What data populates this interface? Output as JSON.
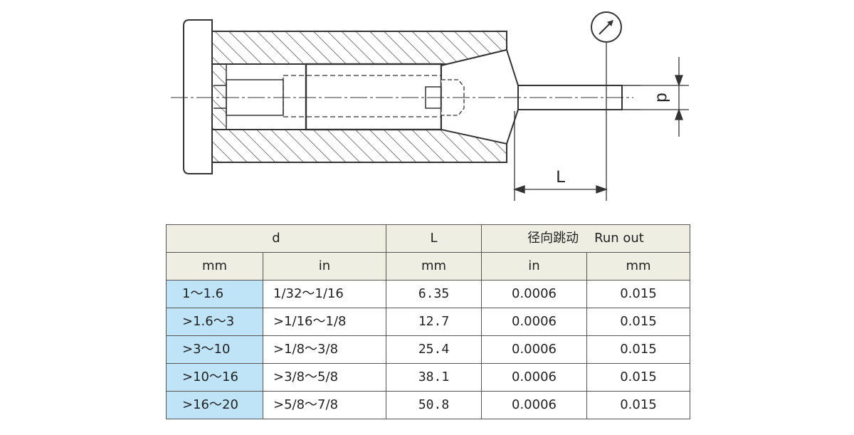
{
  "colors": {
    "line": "#333333",
    "header_bg": "#efeee3",
    "mm_col_bg": "#bfe3f7",
    "border": "#555555"
  },
  "diagram": {
    "dim_d": "d",
    "dim_L": "L",
    "indicator_icon": "dial-indicator-icon"
  },
  "table": {
    "group_headers": {
      "d": "d",
      "L": "L",
      "runout_cn": "径向跳动",
      "runout_en": "Run out"
    },
    "sub_headers": [
      "mm",
      "in",
      "mm",
      "in",
      "mm"
    ],
    "rows": [
      [
        "1～1.6",
        "1/32～1/16",
        "6.35",
        "0.0006",
        "0.015"
      ],
      [
        ">1.6～3",
        ">1/16～1/8",
        "12.7",
        "0.0006",
        "0.015"
      ],
      [
        ">3～10",
        ">1/8～3/8",
        "25.4",
        "0.0006",
        "0.015"
      ],
      [
        ">10～16",
        ">3/8～5/8",
        "38.1",
        "0.0006",
        "0.015"
      ],
      [
        ">16～20",
        ">5/8～7/8",
        "50.8",
        "0.0006",
        "0.015"
      ]
    ]
  }
}
